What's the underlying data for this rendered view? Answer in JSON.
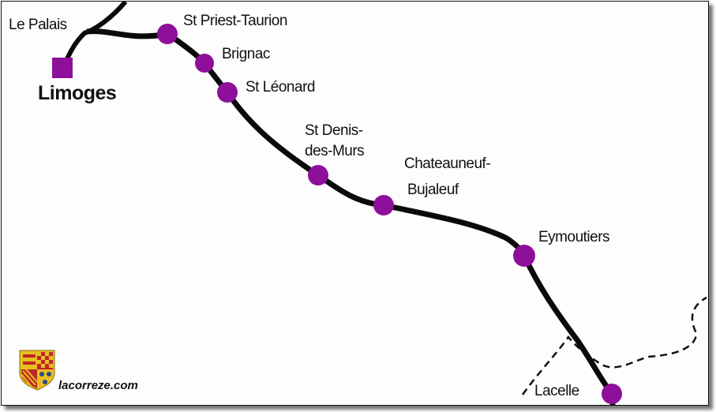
{
  "map": {
    "cities": {
      "limoges": "Limoges",
      "le_palais": "Le Palais"
    },
    "stations": [
      {
        "name": "St Priest-Taurion"
      },
      {
        "name": "Brignac"
      },
      {
        "name": "St Léonard"
      },
      {
        "name_line1": "St Denis-",
        "name_line2": "des-Murs"
      },
      {
        "name_line1": "Chateauneuf-",
        "name_line2": "Bujaleuf"
      },
      {
        "name": "Eymoutiers"
      },
      {
        "name": "Lacelle"
      }
    ],
    "colors": {
      "station": "#8e0f9a",
      "rail": "#0a0a0a",
      "boundary": "#111111"
    }
  },
  "branding": {
    "site": "lacorreze.com",
    "logo": "coat-of-arms-correze"
  }
}
